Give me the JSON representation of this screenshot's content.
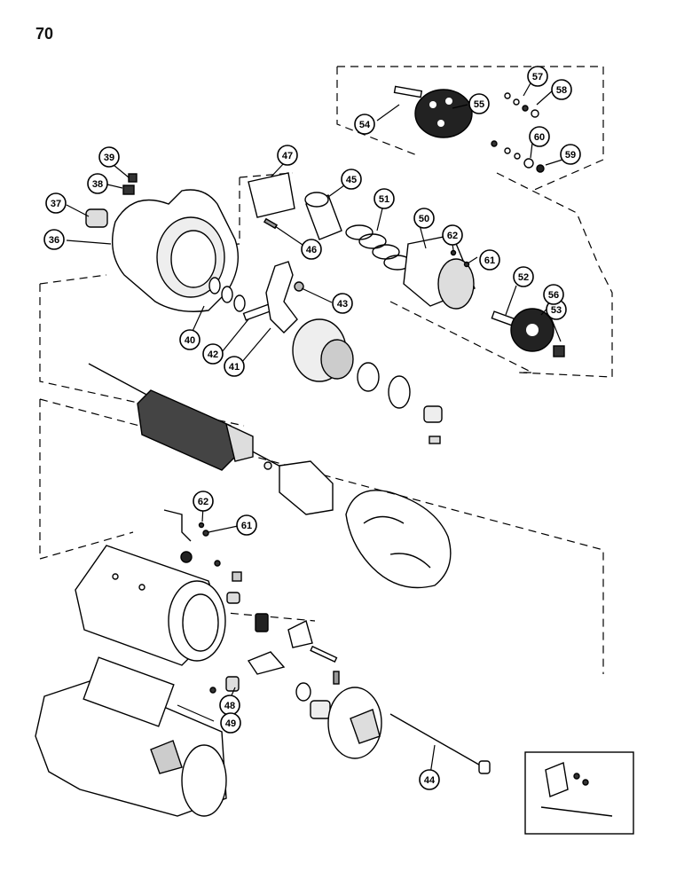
{
  "page": {
    "number": "70"
  },
  "callouts": [
    {
      "id": "c36",
      "label": "36"
    },
    {
      "id": "c37",
      "label": "37"
    },
    {
      "id": "c38",
      "label": "38"
    },
    {
      "id": "c39",
      "label": "39"
    },
    {
      "id": "c40",
      "label": "40"
    },
    {
      "id": "c41",
      "label": "41"
    },
    {
      "id": "c42",
      "label": "42"
    },
    {
      "id": "c43",
      "label": "43"
    },
    {
      "id": "c44",
      "label": "44"
    },
    {
      "id": "c45",
      "label": "45"
    },
    {
      "id": "c46",
      "label": "46"
    },
    {
      "id": "c47",
      "label": "47"
    },
    {
      "id": "c48",
      "label": "48"
    },
    {
      "id": "c49",
      "label": "49"
    },
    {
      "id": "c50",
      "label": "50"
    },
    {
      "id": "c51",
      "label": "51"
    },
    {
      "id": "c52",
      "label": "52"
    },
    {
      "id": "c53",
      "label": "53"
    },
    {
      "id": "c54",
      "label": "54"
    },
    {
      "id": "c55",
      "label": "55"
    },
    {
      "id": "c56",
      "label": "56"
    },
    {
      "id": "c57",
      "label": "57"
    },
    {
      "id": "c58",
      "label": "58"
    },
    {
      "id": "c59",
      "label": "59"
    },
    {
      "id": "c60",
      "label": "60"
    },
    {
      "id": "c61a",
      "label": "61"
    },
    {
      "id": "c62a",
      "label": "62"
    },
    {
      "id": "c61b",
      "label": "61"
    },
    {
      "id": "c62b",
      "label": "62"
    }
  ]
}
